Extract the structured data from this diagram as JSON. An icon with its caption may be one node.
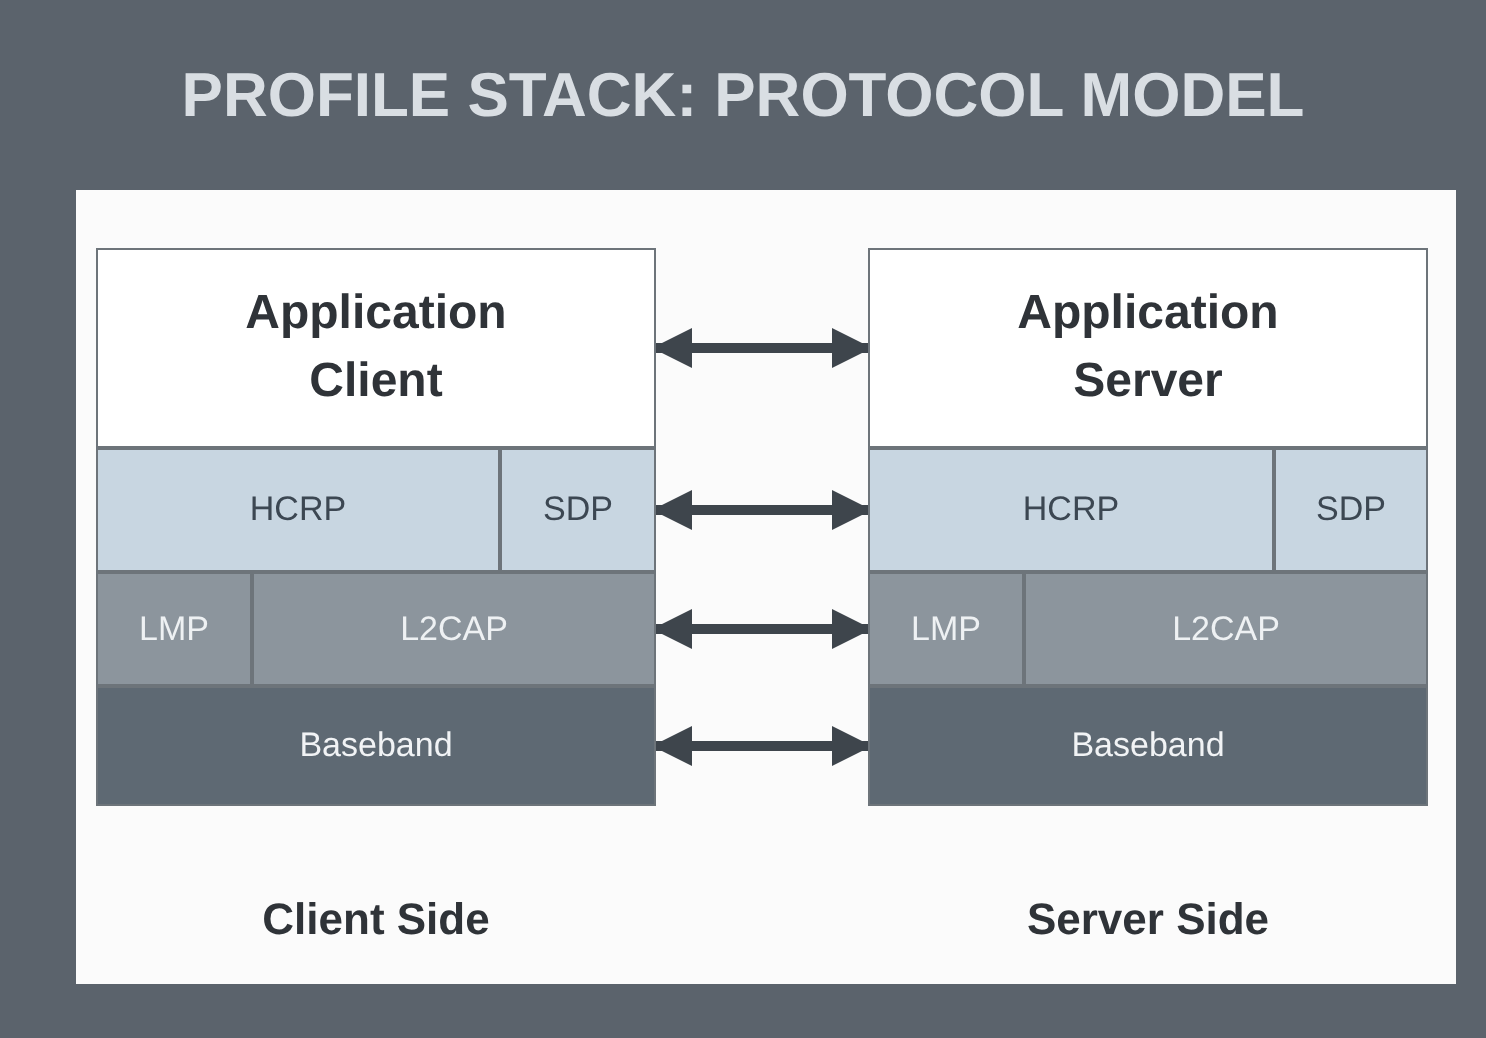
{
  "diagram": {
    "title": "PROFILE STACK: PROTOCOL MODEL",
    "nodes": [
      {
        "text": [
          "Client Side"
        ]
      },
      {
        "text": [
          "Application Client"
        ],
        "in": 0
      },
      {
        "text": [
          "HCRP"
        ],
        "in": 0
      },
      {
        "text": [
          "SDP"
        ],
        "in": 0
      },
      {
        "text": [
          "LMP"
        ],
        "in": 0
      },
      {
        "text": [
          "L2CAP"
        ],
        "in": 0
      },
      {
        "text": [
          "Baseband"
        ],
        "in": 0
      },
      {
        "text": [
          "Server Side"
        ]
      },
      {
        "text": [
          "Application Server"
        ],
        "in": 7
      },
      {
        "text": [
          "HCRP"
        ],
        "in": 7
      },
      {
        "text": [
          "SDP"
        ],
        "in": 7
      },
      {
        "text": [
          "LMP"
        ],
        "in": 7
      },
      {
        "text": [
          "L2CAP"
        ],
        "in": 7
      },
      {
        "text": [
          "Baseband"
        ],
        "in": 7
      }
    ],
    "edges": [
      {
        "from": 1,
        "to": 8,
        "arrow": "both"
      },
      {
        "from": 3,
        "to": 9,
        "arrow": "both"
      },
      {
        "from": 5,
        "to": 11,
        "arrow": "both"
      },
      {
        "from": 6,
        "to": 13,
        "arrow": "both"
      }
    ]
  }
}
